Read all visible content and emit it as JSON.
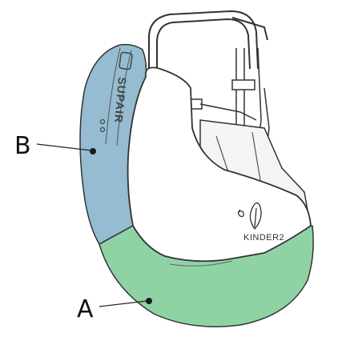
{
  "labels": {
    "a": "A",
    "b": "B"
  },
  "product": {
    "model_name": "KINDER2",
    "brand_text": "SUPAIR"
  },
  "colors": {
    "zone_a": "#8fd3a5",
    "zone_b": "#95bcd1",
    "outline": "#333333",
    "leader": "#222222",
    "dot": "#1a1a1a"
  }
}
